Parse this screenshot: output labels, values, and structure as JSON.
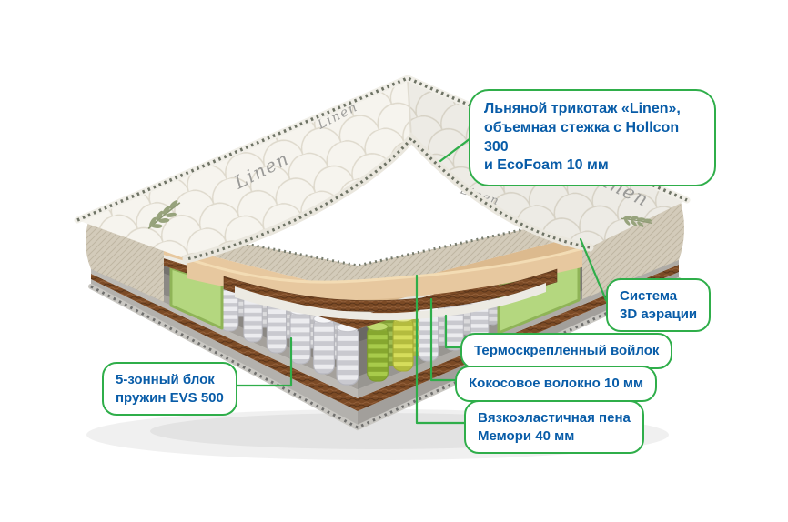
{
  "diagram": {
    "fabric_brand": "Linen",
    "callouts": {
      "cover": "Льняной трикотаж «Linen»,\nобъемная стежка с Hollcon 300\nи EcoFoam 10 мм",
      "aeration": "Система\n3D аэрации",
      "felt": "Термоскрепленный войлок",
      "coconut": "Кокосовое волокно 10 мм",
      "memory": "Вязкоэластичная пена\nМемори 40 мм",
      "springs": "5-зонный блок\nпружин EVS 500"
    },
    "colors": {
      "accent_green": "#2fae4a",
      "text_blue": "#085ca8",
      "cover_white": "#f6f4ee",
      "memory_foam_tan": "#e7c89f",
      "coconut_brown": "#7b4a25",
      "felt_gray": "#bdbab5",
      "foam_frame_green": "#b4d77f",
      "spring_steel": "#d9d9de",
      "side_fabric_beige": "#d3cbba"
    }
  }
}
